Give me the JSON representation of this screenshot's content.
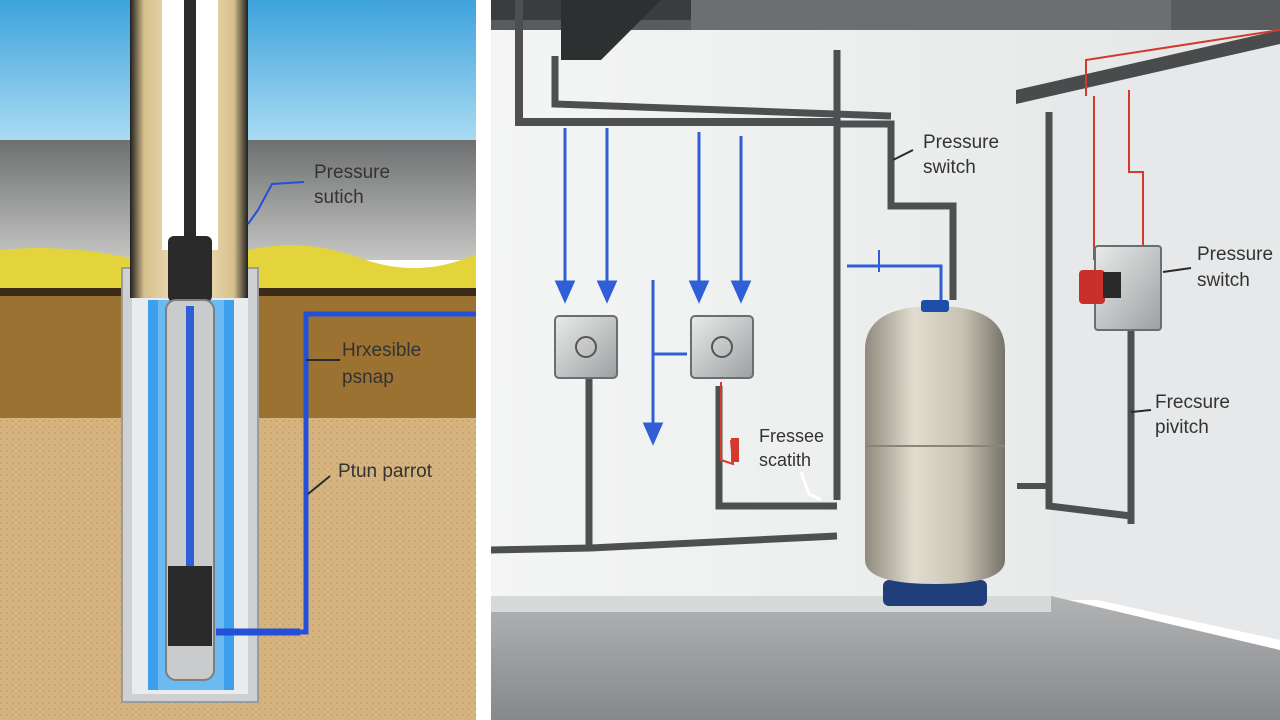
{
  "left_diagram": {
    "labels": {
      "pressure_switch": [
        "Pressure",
        "sutich"
      ],
      "pump": [
        "Hrxesible",
        "psnap"
      ],
      "pipe": [
        "Ptun parrot"
      ]
    }
  },
  "right_diagram": {
    "labels": {
      "pressure_switch_top": [
        "Pressure",
        "switch"
      ],
      "pressure_switch_center": [
        "Fressee",
        "scatith"
      ],
      "pressure_switch_right_top": [
        "Pressure",
        "switch"
      ],
      "pressure_switch_right_bottom": [
        "Frecsure",
        "pivitch"
      ]
    }
  },
  "colors": {
    "sky": "#7fc4ea",
    "water_blue": "#2f5fd6",
    "sand": "#d4b27d",
    "soil": "#9b7233",
    "grass": "#e3d63a",
    "wall": "#eef0f0",
    "floor": "#9a9c9f",
    "tank": "#c9c3b3",
    "red_wire": "#d23a2e"
  }
}
